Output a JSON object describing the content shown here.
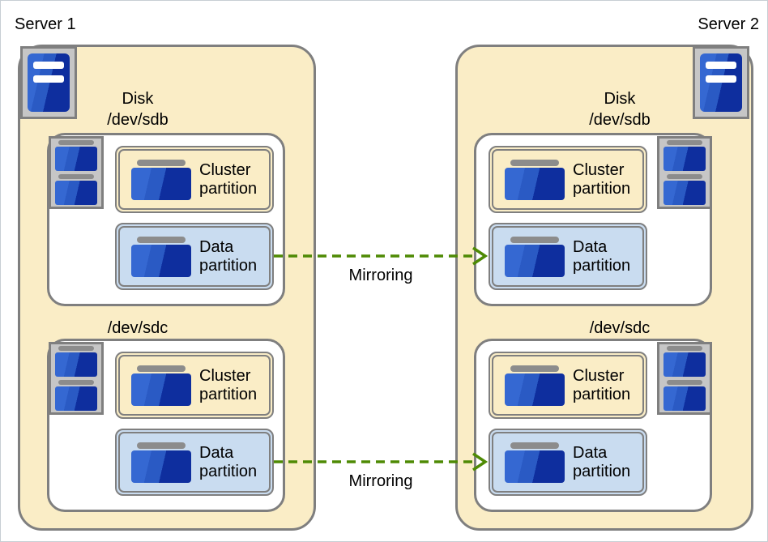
{
  "diagram": {
    "servers": [
      {
        "label": "Server 1",
        "disks": [
          {
            "name": "Disk",
            "device": "/dev/sdb",
            "partitions": [
              {
                "label": "Cluster partition"
              },
              {
                "label": "Data partition"
              }
            ]
          },
          {
            "name": "",
            "device": "/dev/sdc",
            "partitions": [
              {
                "label": "Cluster partition"
              },
              {
                "label": "Data partition"
              }
            ]
          }
        ]
      },
      {
        "label": "Server 2",
        "disks": [
          {
            "name": "Disk",
            "device": "/dev/sdb",
            "partitions": [
              {
                "label": "Cluster partition"
              },
              {
                "label": "Data partition"
              }
            ]
          },
          {
            "name": "",
            "device": "/dev/sdc",
            "partitions": [
              {
                "label": "Cluster partition"
              },
              {
                "label": "Data partition"
              }
            ]
          }
        ]
      }
    ],
    "arrows": [
      {
        "label": "Mirroring"
      },
      {
        "label": "Mirroring"
      }
    ],
    "icons": {
      "server": "server-tower-icon",
      "disk_array": "disk-array-icon",
      "disk": "disk-icon"
    },
    "colors": {
      "server_fill": "#FAEDC6",
      "cluster_partition_fill": "#FAEDC6",
      "data_partition_fill": "#C9DCF0",
      "border_gray": "#7F7F7F",
      "icon_gray": "#C6C6C6",
      "disk_blue_light": "#2A5AC4",
      "disk_blue_dark": "#0E2E9E",
      "arrow_green": "#4E8A04",
      "page_border": "#C7CED4"
    }
  }
}
